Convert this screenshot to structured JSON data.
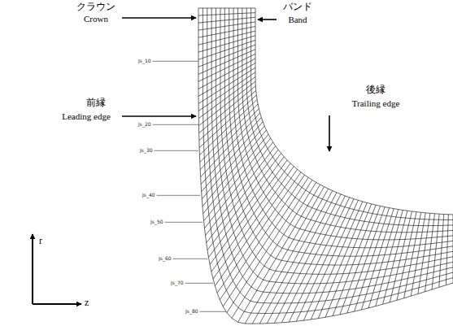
{
  "diagram": {
    "labels": [
      "クラウン",
      "Crown",
      "バンド",
      "Band",
      "前縁",
      "Leading edge",
      "後縁",
      "Trailing edge",
      "Js_10",
      "Js_20",
      "Js_30",
      "Js_40",
      "Js_50",
      "Js_60",
      "Js_70",
      "Js_80",
      "r",
      "z"
    ]
  }
}
